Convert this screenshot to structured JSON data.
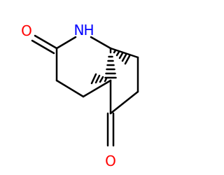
{
  "atoms": {
    "oxygen_top": "O",
    "nitrogen": "N",
    "hydrogen": "H",
    "oxygen_bottom": "O"
  },
  "colors": {
    "oxygen": "#ff0000",
    "nitrogen": "#0000ff",
    "bond": "#000000"
  }
}
